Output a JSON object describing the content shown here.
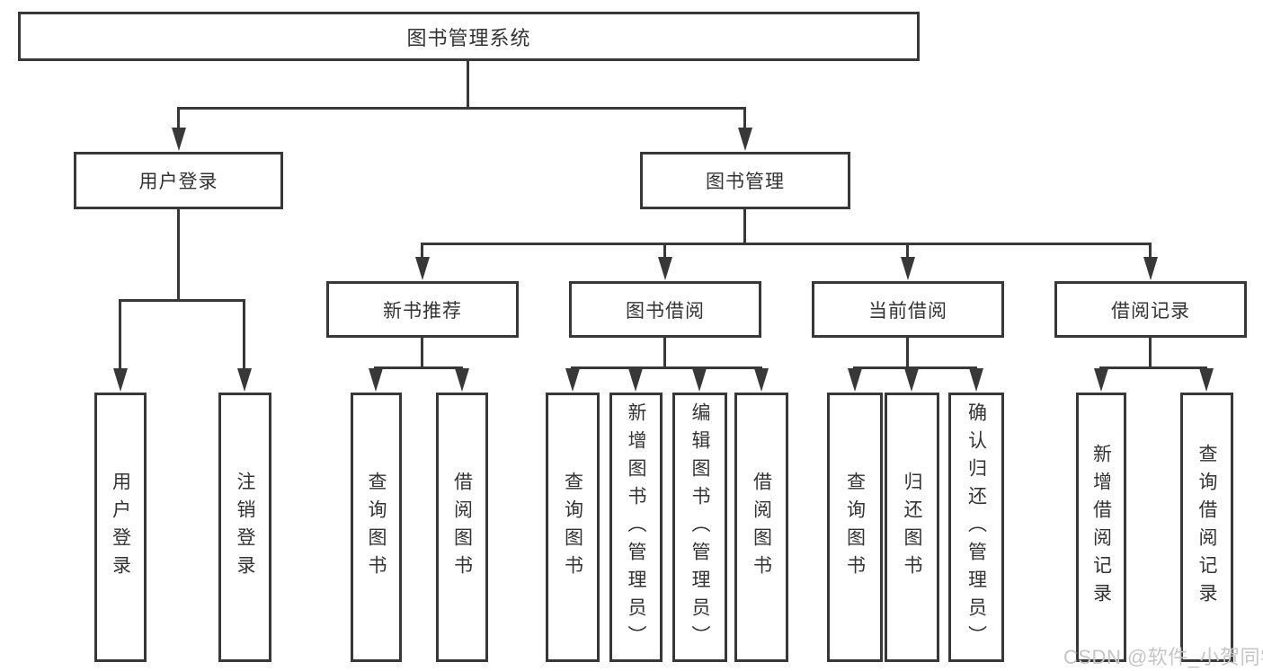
{
  "diagram": {
    "title": "图书管理系统",
    "watermark": "CSDN @软件_小贺同学",
    "colors": {
      "line": "#383838",
      "text": "#333333",
      "watermark": "#c5c5c5",
      "background": "#ffffff"
    },
    "nodes": {
      "root": {
        "label": "图书管理系统",
        "level": 1
      },
      "user_login": {
        "label": "用户登录",
        "level": 2
      },
      "book_mgmt": {
        "label": "图书管理",
        "level": 2
      },
      "new_book_rec": {
        "label": "新书推荐",
        "level": 3
      },
      "book_borrow": {
        "label": "图书借阅",
        "level": 3
      },
      "current_borrow": {
        "label": "当前借阅",
        "level": 3
      },
      "borrow_record": {
        "label": "借阅记录",
        "level": 3
      },
      "leaf_user_login": {
        "label": "用户登录",
        "level": 4
      },
      "leaf_logout": {
        "label": "注销登录",
        "level": 4
      },
      "leaf_rec_query_book": {
        "label": "查询图书",
        "level": 4
      },
      "leaf_rec_borrow_book": {
        "label": "借阅图书",
        "level": 4
      },
      "leaf_bb_query_book": {
        "label": "查询图书",
        "level": 4
      },
      "leaf_bb_add_book": {
        "label": "新增图书（管理员）",
        "level": 4
      },
      "leaf_bb_edit_book": {
        "label": "编辑图书（管理员）",
        "level": 4
      },
      "leaf_bb_borrow_book": {
        "label": "借阅图书",
        "level": 4
      },
      "leaf_cb_query_book": {
        "label": "查询图书",
        "level": 4
      },
      "leaf_cb_return_book": {
        "label": "归还图书",
        "level": 4
      },
      "leaf_cb_confirm_return": {
        "label": "确认归还（管理员）",
        "level": 4
      },
      "leaf_br_add_record": {
        "label": "新增借阅记录",
        "level": 4
      },
      "leaf_br_query_record": {
        "label": "查询借阅记录",
        "level": 4
      }
    },
    "edges": [
      [
        "图书管理系统",
        "用户登录"
      ],
      [
        "图书管理系统",
        "图书管理"
      ],
      [
        "用户登录",
        "用户登录"
      ],
      [
        "用户登录",
        "注销登录"
      ],
      [
        "图书管理",
        "新书推荐"
      ],
      [
        "图书管理",
        "图书借阅"
      ],
      [
        "图书管理",
        "当前借阅"
      ],
      [
        "图书管理",
        "借阅记录"
      ],
      [
        "新书推荐",
        "查询图书"
      ],
      [
        "新书推荐",
        "借阅图书"
      ],
      [
        "图书借阅",
        "查询图书"
      ],
      [
        "图书借阅",
        "新增图书（管理员）"
      ],
      [
        "图书借阅",
        "编辑图书（管理员）"
      ],
      [
        "图书借阅",
        "借阅图书"
      ],
      [
        "当前借阅",
        "查询图书"
      ],
      [
        "当前借阅",
        "归还图书"
      ],
      [
        "当前借阅",
        "确认归还（管理员）"
      ],
      [
        "借阅记录",
        "新增借阅记录"
      ],
      [
        "借阅记录",
        "查询借阅记录"
      ]
    ]
  }
}
